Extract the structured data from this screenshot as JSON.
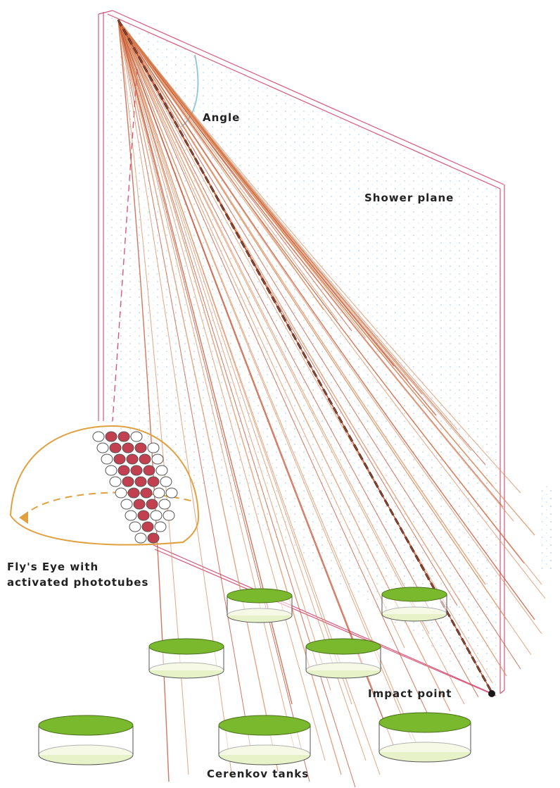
{
  "labels": {
    "angle": "Angle",
    "shower_plane": "Shower plane",
    "flys_eye_line1": "Fly's Eye with",
    "flys_eye_line2": "activated phototubes",
    "impact_point": "Impact point",
    "cerenkov_tanks": "Cerenkov tanks"
  },
  "colors": {
    "plane_frame": "#d9567a",
    "shower_track": "#c24a2a",
    "shower_ray": "#d98a5a",
    "angle_arc": "#8fc3e0",
    "dome": "#e0a040",
    "phototube_active": "#c24050",
    "phototube_inactive": "#ffffff",
    "tank_top": "#7ab82e",
    "tank_bottom": "#e8f2c8",
    "text": "#222222"
  }
}
